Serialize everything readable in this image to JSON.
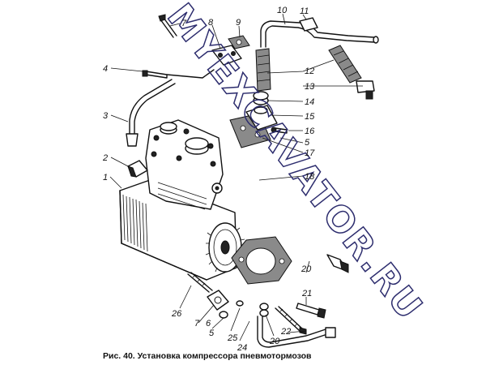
{
  "caption": "Рис. 40. Установка компрессора пневмотормозов",
  "watermark": "MYEXCAVATOR.RU",
  "labels": {
    "l1": "1",
    "l2": "2",
    "l3": "3",
    "l4": "4",
    "l5a": "5",
    "l5b": "5",
    "l6": "6",
    "l7a": "7",
    "l7b": "7",
    "l8": "8",
    "l9": "9",
    "l10": "10",
    "l11": "11",
    "l12": "12",
    "l13": "13",
    "l14": "14",
    "l15": "15",
    "l16": "16",
    "l17": "17",
    "l18": "18",
    "l20": "20",
    "l21": "21",
    "l22": "22",
    "l24": "24",
    "l25": "25",
    "l26": "26"
  }
}
